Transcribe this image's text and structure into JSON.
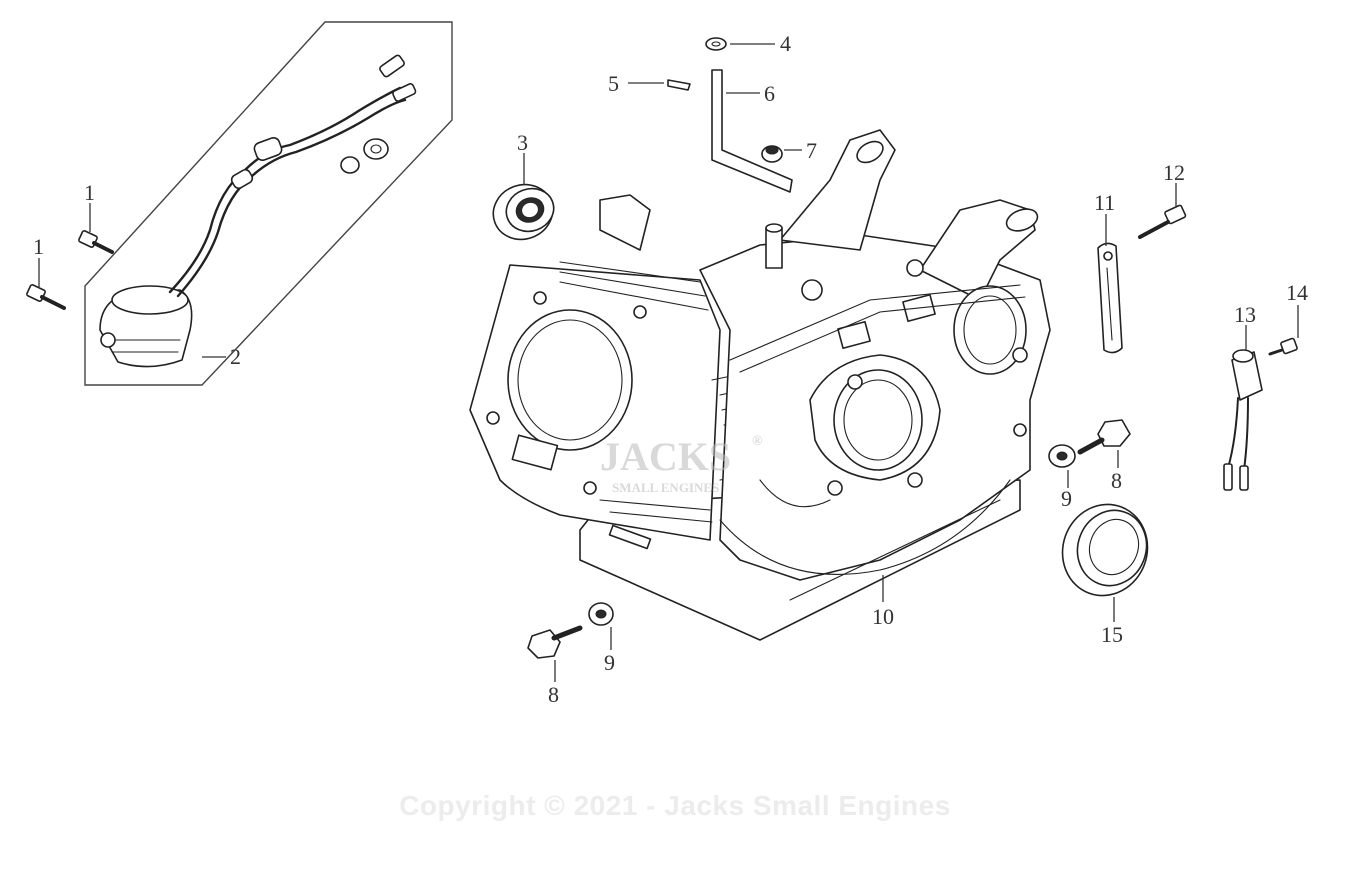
{
  "diagram": {
    "labels": {
      "p1a": "1",
      "p1b": "1",
      "p2": "2",
      "p3": "3",
      "p4": "4",
      "p5": "5",
      "p6": "6",
      "p7": "7",
      "p8a": "8",
      "p8b": "8",
      "p9a": "9",
      "p9b": "9",
      "p10": "10",
      "p11": "11",
      "p12": "12",
      "p13": "13",
      "p14": "14",
      "p15": "15"
    },
    "watermark": {
      "brand": "JACKS",
      "registered": "®",
      "sub": "SMALL ENGINES"
    }
  },
  "footer": {
    "copyright": "Copyright © 2021 - Jacks Small Engines"
  }
}
